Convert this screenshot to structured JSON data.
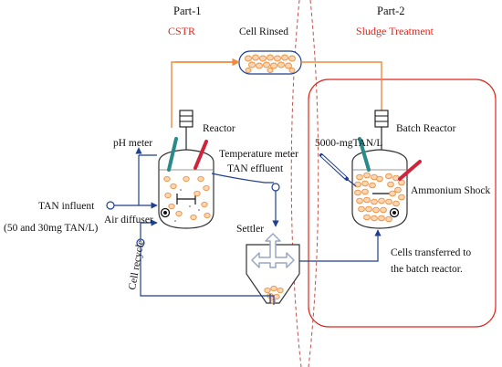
{
  "labels": {
    "part1": "Part-1",
    "part2": "Part-2",
    "cstr": "CSTR",
    "sludge_treatment": "Sludge Treatment",
    "cell_rinsed": "Cell Rinsed",
    "reactor": "Reactor",
    "batch_reactor": "Batch Reactor",
    "ph_meter": "pH meter",
    "conc_5000": "5000-mgTAN/L",
    "temperature_meter": "Temperature meter",
    "tan_effluent": "TAN effluent",
    "tan_influent": "TAN influent",
    "influent_conc": "(50 and 30mg TAN/L)",
    "air_diffuser": "Air diffuser",
    "settler": "Settler",
    "cell_recycle": "Cell recycle",
    "ammonium_shock": "Ammonium Shock",
    "cells_transferred_1": "Cells transferred to",
    "cells_transferred_2": "the batch reactor."
  },
  "colors": {
    "accent_red": "#e0261b",
    "process_orange": "#f08a3c",
    "flow_blue": "#1f3f8f",
    "cell_fill": "#fbd6b4",
    "probe_teal": "#2a8a8a"
  }
}
